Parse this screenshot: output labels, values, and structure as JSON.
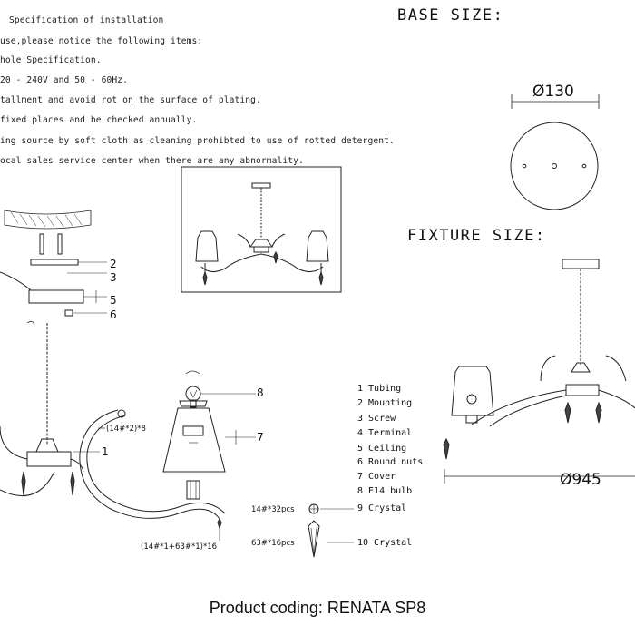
{
  "specification": {
    "title": "Specification of installation",
    "lines": [
      "use,please notice the following items:",
      "hole Specification.",
      "20 - 240V and 50 - 60Hz.",
      "tallment and avoid rot on the surface of plating.",
      "fixed places and be checked annually.",
      "ing source by soft cloth as cleaning prohibted to use of rotted detergent.",
      "ocal sales service center when there are any abnormality."
    ]
  },
  "base_size": {
    "title": "BASE SIZE:",
    "diameter": "Ø130"
  },
  "fixture_size": {
    "title": "FIXTURE SIZE:",
    "diameter": "Ø945"
  },
  "parts_list": [
    "1 Tubing",
    "2 Mounting",
    "3 Screw",
    "4 Terminal",
    "5 Ceiling",
    "6 Round nuts",
    "7 Cover",
    "8 E14 bulb",
    "9 Crystal",
    "10 Crystal"
  ],
  "callouts": {
    "c1": "1",
    "c2": "2",
    "c3": "3",
    "c5": "5",
    "c6": "6",
    "c7": "7",
    "c8": "8"
  },
  "crystal_quantities": {
    "arm_top": "(14#*2)*8",
    "arm_bottom": "(14#*1+63#*1)*16",
    "crystal_9_qty": "14#*32pcs",
    "crystal_10_qty": "63#*16pcs"
  },
  "footer": {
    "product_coding": "Product coding: RENATA SP8"
  },
  "icons": [
    "rotate-arrow-icon",
    "crystal-bead-icon",
    "crystal-drop-icon"
  ]
}
